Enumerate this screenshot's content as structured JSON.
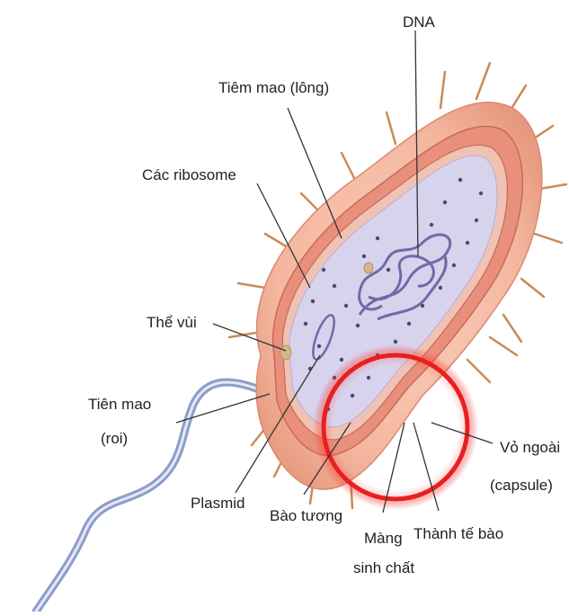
{
  "labels": {
    "dna": "DNA",
    "pili": "Tiêm mao (lông)",
    "ribosomes": "Các ribosome",
    "mesosome": "Thể vùi",
    "flagellum_line1": "Tiên mao",
    "flagellum_line2": "(roi)",
    "plasmid": "Plasmid",
    "cytoplasm": "Bào tương",
    "membrane_line1": "Màng",
    "membrane_line2": "sinh chất",
    "cell_wall": "Thành tế bào",
    "capsule_line1": "Vỏ ngoài",
    "capsule_line2": "(capsule)"
  },
  "colors": {
    "capsule": "#f4b7a0",
    "capsule_edge": "#d98a70",
    "cell_wall": "#e07a6a",
    "cytoplasm": "#d8d3ec",
    "dna": "#6f6aa8",
    "flagellum": "#a9b4d8",
    "highlight_circle": "#e82020"
  }
}
